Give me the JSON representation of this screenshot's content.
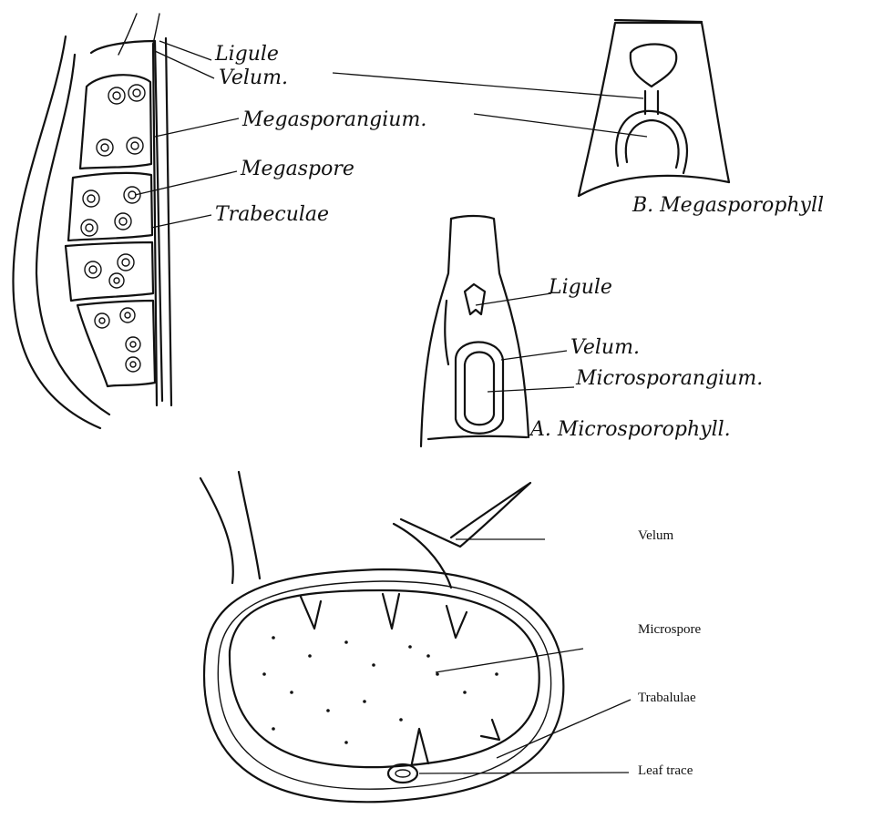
{
  "handwritten_labels": {
    "ligule_left": "Ligule",
    "velum_left": "Velum.",
    "megasporangium_left": "Megasporangium.",
    "megaspore": "Megaspore",
    "trabeculae": "Trabeculae",
    "megasporophyll": "B. Megasporophyll",
    "ligule_a": "Ligule",
    "velum_a": "Velum.",
    "microsporangium_a": "Microsporangium.",
    "microsporophyll": "A. Microsporophyll."
  },
  "typed_labels": {
    "velum": "Velum",
    "microspore": "Microspore",
    "trabalulae": "Trabalulae",
    "leaf_trace": "Leaf trace"
  }
}
